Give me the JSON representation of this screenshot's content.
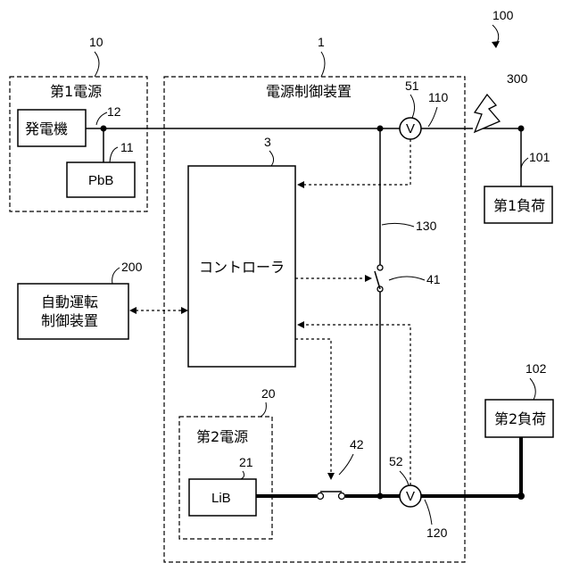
{
  "diagram": {
    "system_ref": "100",
    "first_power": {
      "ref": "10",
      "title": "第1電源",
      "generator": "発電機",
      "generator_ref": "12",
      "battery": "PbB",
      "battery_ref": "11"
    },
    "controller_device": {
      "ref": "1",
      "title": "電源制御装置",
      "controller": "コントローラ",
      "controller_ref": "3"
    },
    "second_power": {
      "ref": "20",
      "title": "第2電源",
      "battery": "LiB",
      "battery_ref": "21"
    },
    "auto_drive": {
      "ref": "200",
      "line1": "自動運転",
      "line2": "制御装置"
    },
    "load1": {
      "ref": "101",
      "label": "第1負荷"
    },
    "load2": {
      "ref": "102",
      "label": "第2負荷"
    },
    "sensor_glyph": "V",
    "sensor1_ref": "51",
    "sensor2_ref": "52",
    "switch1_ref": "41",
    "switch2_ref": "42",
    "line1_ref": "110",
    "line2_ref": "120",
    "line3_ref": "130",
    "fault_ref": "300"
  }
}
